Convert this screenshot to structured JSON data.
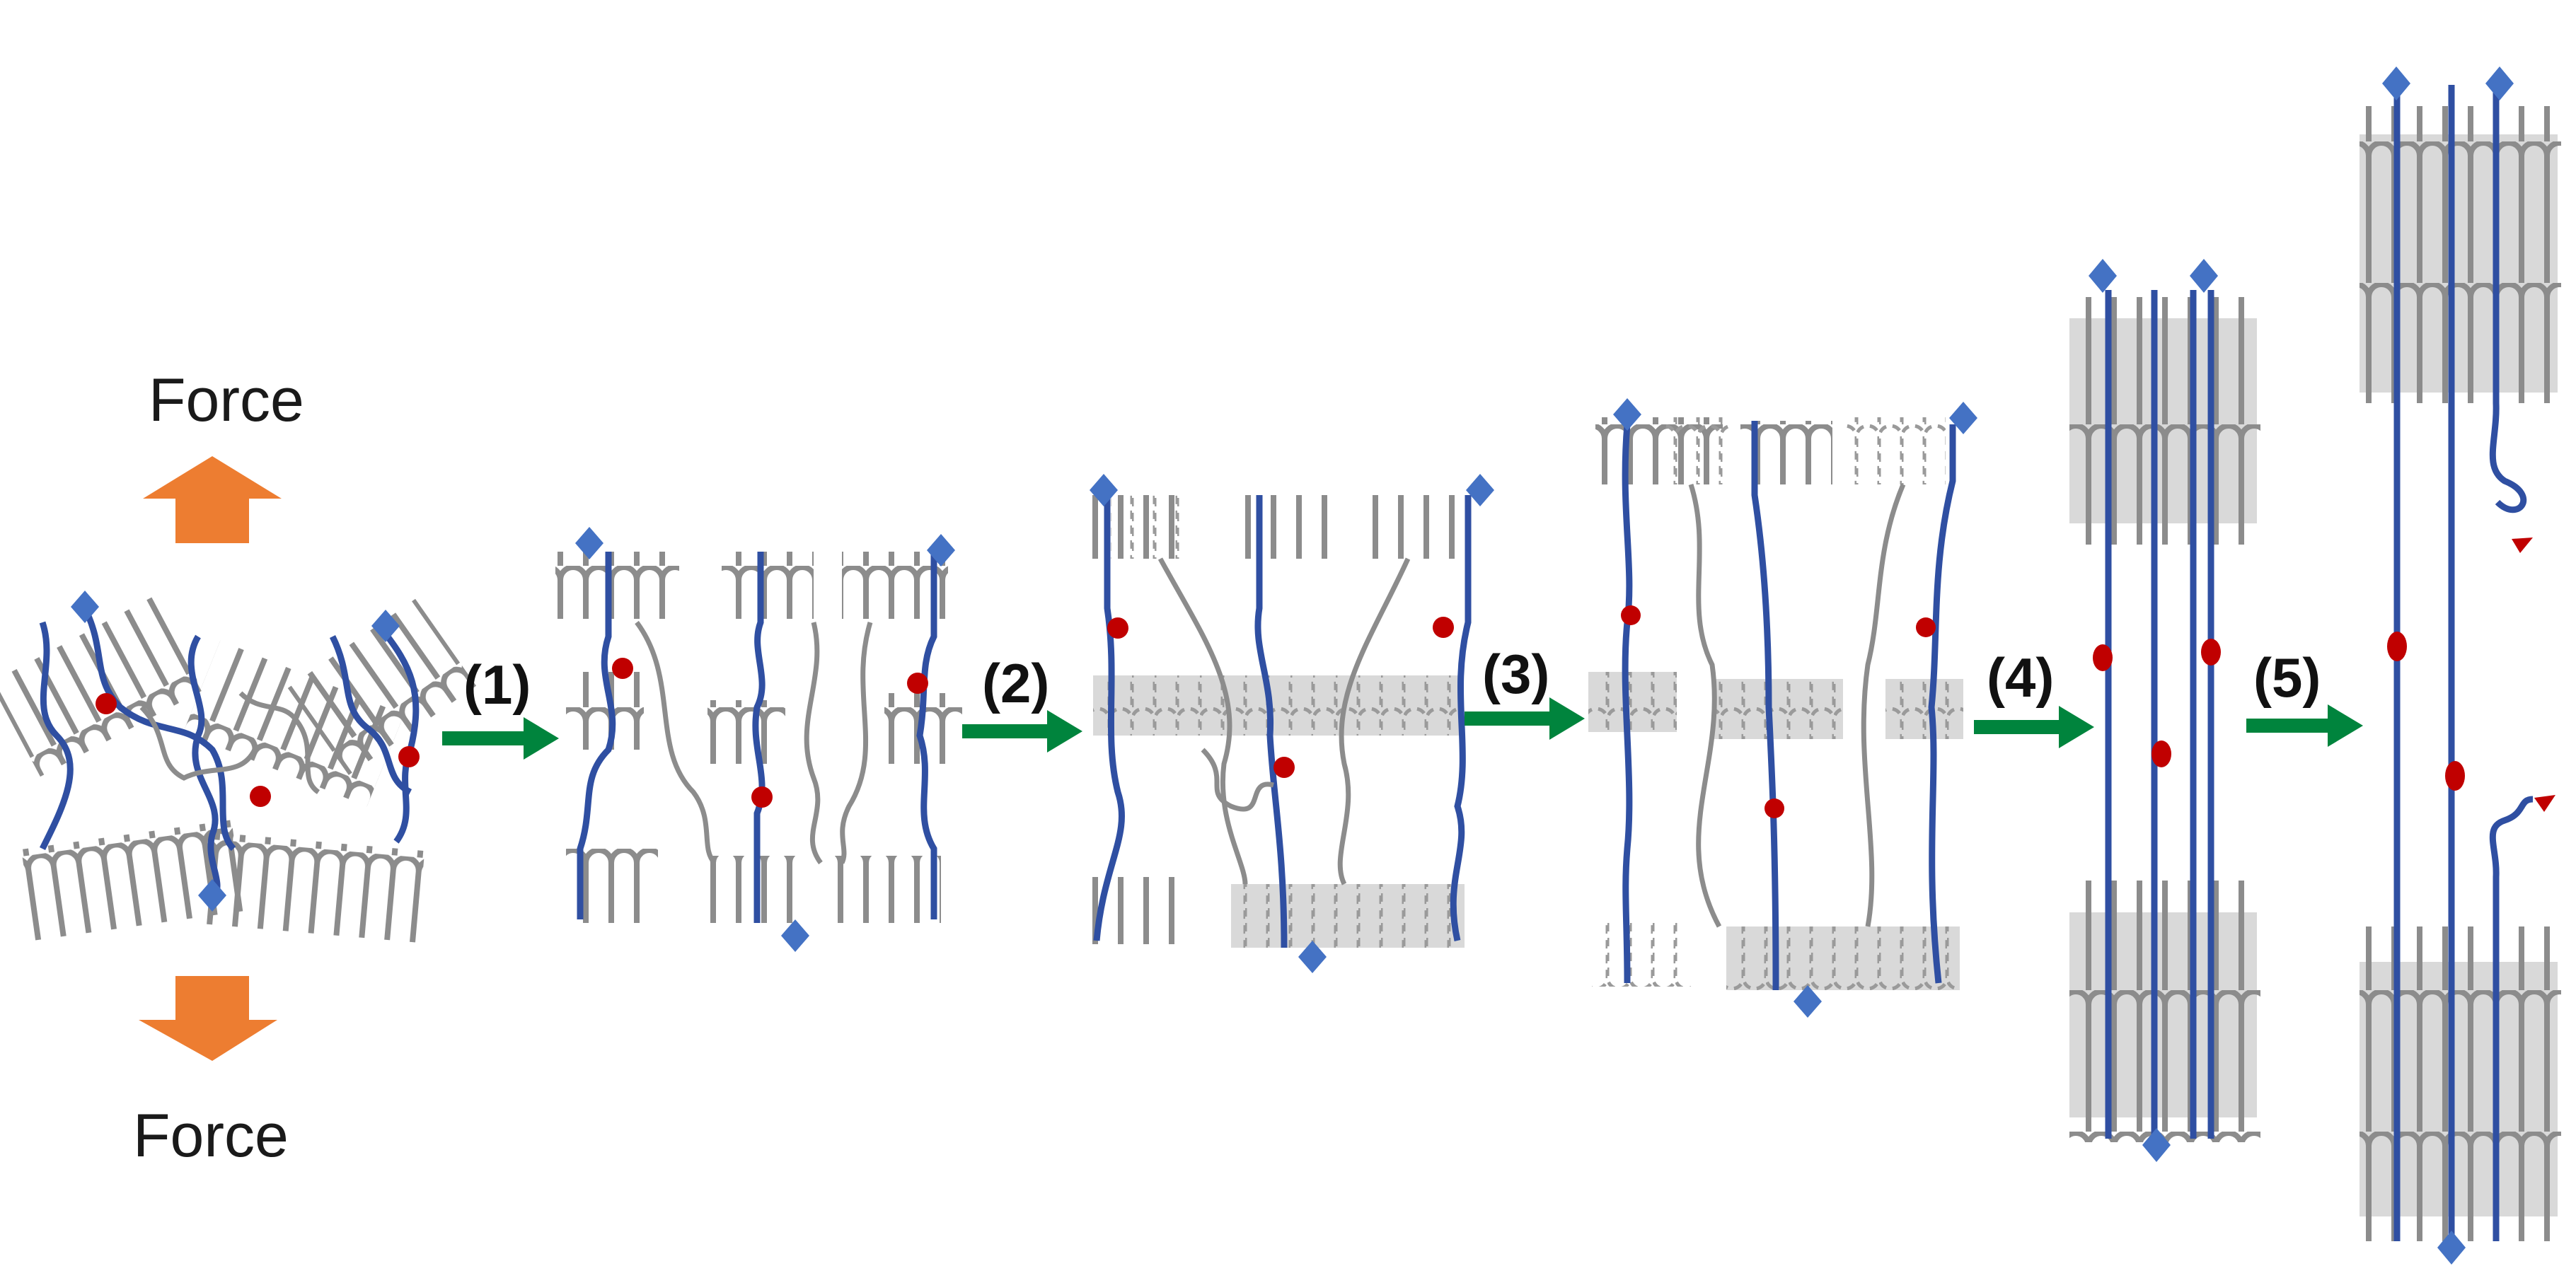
{
  "force_labels": {
    "top": "Force",
    "bottom": "Force"
  },
  "steps": [
    "(1)",
    "(2)",
    "(3)",
    "(4)",
    "(5)"
  ],
  "colors": {
    "background": "#ffffff",
    "force_arrow": "#ED7D31",
    "step_arrow": "#00843D",
    "tie_chain": "#2F4FA2",
    "crystal_chain": "#8C8C8C",
    "crystal_block": "#D9D9D9",
    "end_marker": "#4472C4",
    "entanglement": "#C00000"
  },
  "icons": {
    "force_arrow": "block-arrow-icon",
    "step_arrow": "right-arrow-icon",
    "chain_end": "diamond-icon",
    "entanglement": "dot-icon"
  }
}
